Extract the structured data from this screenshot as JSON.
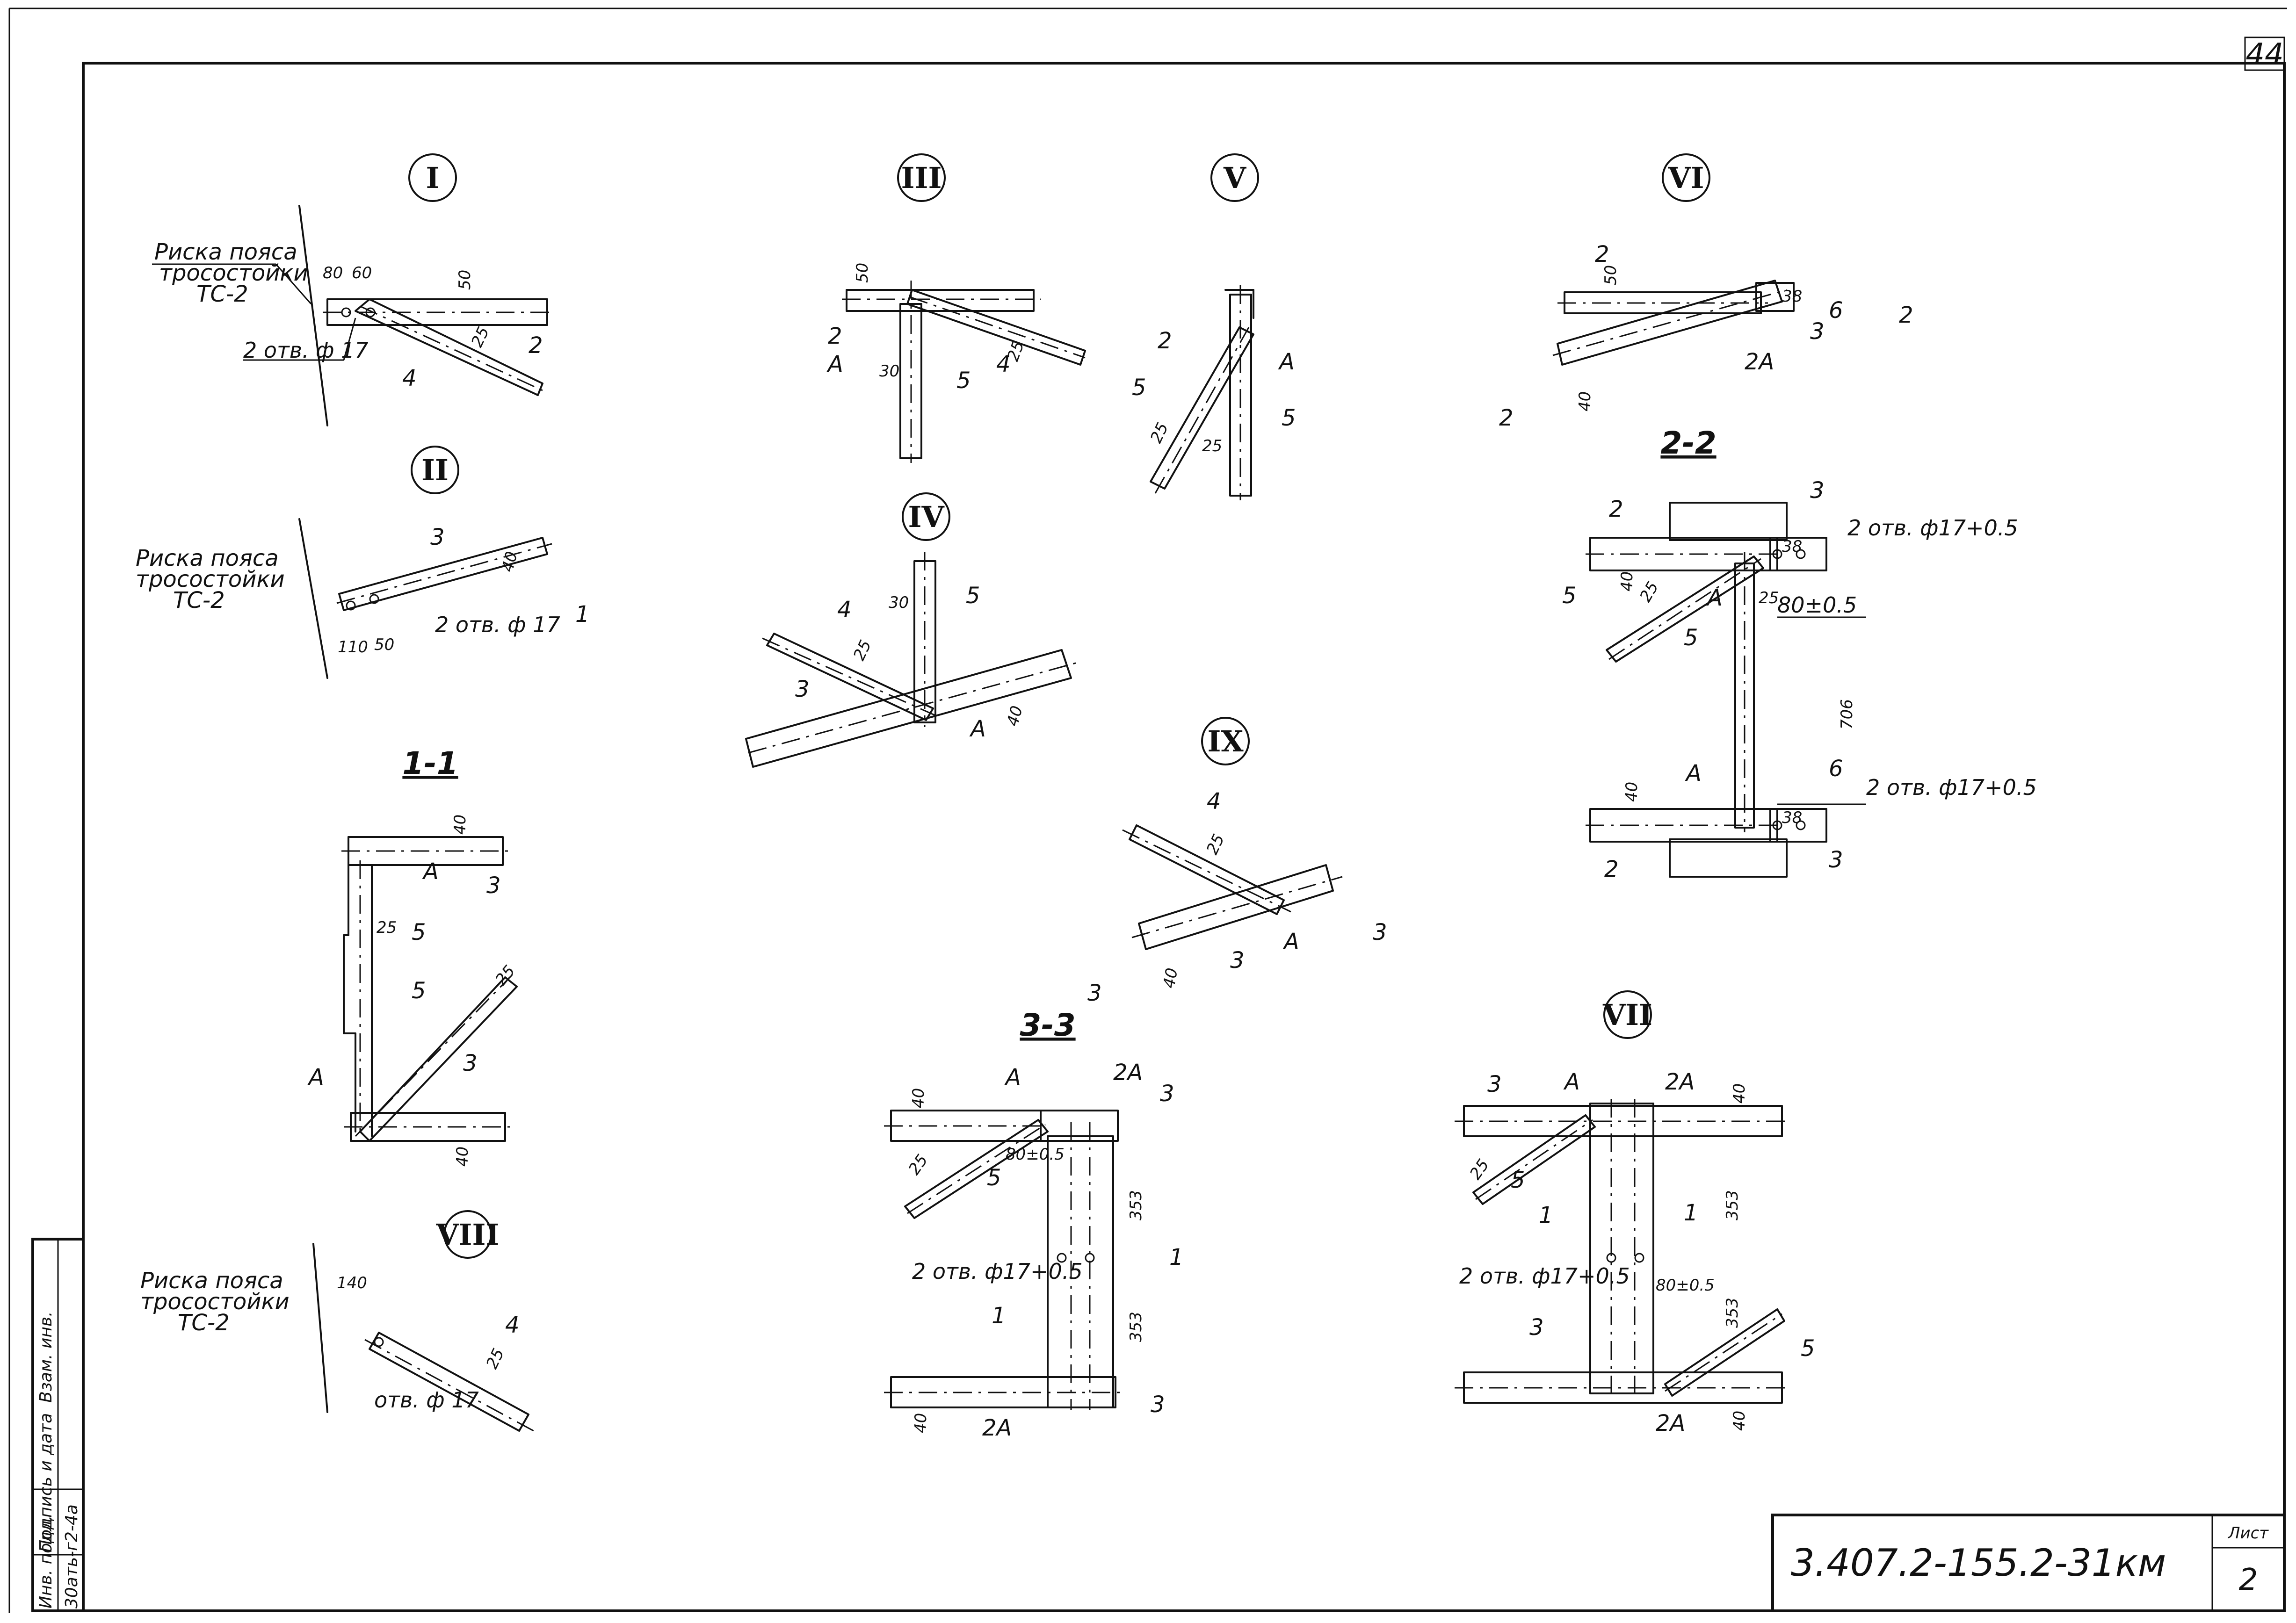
{
  "sheet": {
    "page_corner_number": "44",
    "drawing_code": "3.407.2-155.2-31км",
    "sheet_label": "Лист",
    "sheet_number": "2",
    "side_stamp": {
      "inv_no_label": "Инв. подл.",
      "sign_date_label": "Подпись и дата",
      "replace_inv_label": "Взам. инв.",
      "inv_value": "30ать-г2-4а"
    }
  },
  "views": {
    "I": {
      "marker": "I",
      "note_line1": "Риска пояса",
      "note_line2": "тросостойки",
      "note_line3": "ТС-2",
      "hole": "2 отв. ф 17",
      "dims": [
        "80",
        "60",
        "50",
        "25"
      ],
      "parts": [
        "2",
        "4"
      ]
    },
    "II": {
      "marker": "II",
      "note_line1": "Риска пояса",
      "note_line2": "тросостойки",
      "note_line3": "ТС-2",
      "hole": "2 отв. ф 17",
      "dims": [
        "110",
        "50",
        "40"
      ],
      "parts": [
        "3"
      ],
      "cut": "1"
    },
    "III": {
      "marker": "III",
      "dims": [
        "50",
        "30",
        "25"
      ],
      "parts": [
        "2",
        "A",
        "5",
        "4"
      ]
    },
    "IV": {
      "marker": "IV",
      "dims": [
        "30",
        "25",
        "40"
      ],
      "parts": [
        "4",
        "5",
        "3",
        "A"
      ]
    },
    "V": {
      "marker": "V",
      "dims": [
        "25",
        "25"
      ],
      "parts": [
        "2",
        "A",
        "5",
        "5"
      ]
    },
    "VI": {
      "marker": "VI",
      "dims": [
        "50",
        "38",
        "40"
      ],
      "parts": [
        "2",
        "6",
        "3",
        "2A"
      ],
      "cut": "2"
    },
    "VII": {
      "marker": "VII",
      "hole": "2 отв. ф17+0.5",
      "dims": [
        "40",
        "80±0.5",
        "353",
        "353",
        "40",
        "25"
      ],
      "parts": [
        "3",
        "A",
        "2A",
        "1",
        "1",
        "5",
        "3",
        "5",
        "2A"
      ]
    },
    "VIII": {
      "marker": "VIII",
      "note_line1": "Риска пояса",
      "note_line2": "тросостойки",
      "note_line3": "ТС-2",
      "hole": "отв. ф 17",
      "dims": [
        "140",
        "25"
      ],
      "parts": [
        "4"
      ]
    },
    "IX": {
      "marker": "IX",
      "dims": [
        "25",
        "40"
      ],
      "parts": [
        "4",
        "A",
        "3"
      ],
      "cut": "3"
    }
  },
  "sections": {
    "s11": {
      "title": "1-1",
      "dims": [
        "40",
        "25",
        "25",
        "40"
      ],
      "parts": [
        "A",
        "3",
        "5",
        "5",
        "A",
        "3"
      ]
    },
    "s22": {
      "title": "2-2",
      "hole_top": "2 отв. ф17+0.5",
      "hole_bottom": "2 отв. ф17+0.5",
      "dims": [
        "40",
        "25",
        "25",
        "38",
        "80±0.5",
        "706",
        "40",
        "38"
      ],
      "parts": [
        "2",
        "3",
        "5",
        "A",
        "5",
        "A",
        "6",
        "2",
        "3"
      ]
    },
    "s33": {
      "title": "3-3",
      "hole": "2 отв. ф17+0.5",
      "dims": [
        "40",
        "80±0.5",
        "353",
        "353",
        "25",
        "40"
      ],
      "parts": [
        "A",
        "2A",
        "3",
        "5",
        "1",
        "1",
        "2A",
        "3"
      ]
    }
  }
}
